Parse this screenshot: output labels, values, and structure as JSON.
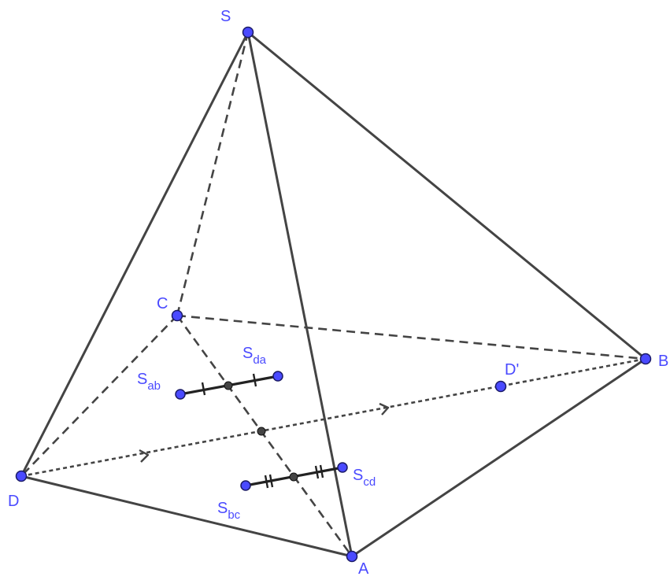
{
  "labels": {
    "S": "S",
    "A": "A",
    "B": "B",
    "C": "C",
    "D": "D",
    "D_prime": "D'",
    "S_ab": {
      "main": "S",
      "sub": "ab"
    },
    "S_bc": {
      "main": "S",
      "sub": "bc"
    },
    "S_cd": {
      "main": "S",
      "sub": "cd"
    },
    "S_da": {
      "main": "S",
      "sub": "da"
    }
  },
  "colors": {
    "point": "#4a4aff",
    "edge": "#444444",
    "segment": "#222222"
  }
}
